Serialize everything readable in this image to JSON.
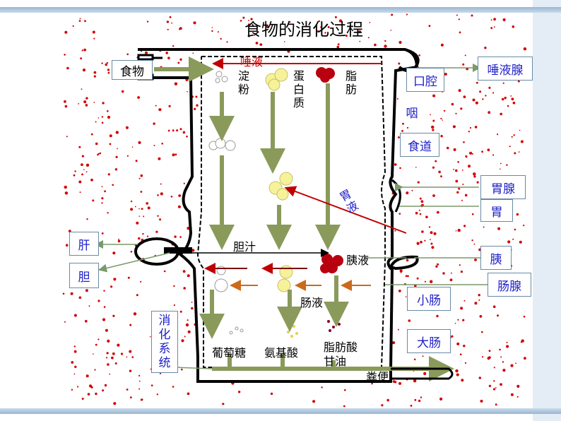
{
  "title": "食物的消化过程",
  "food_label": "食物",
  "inner": {
    "saliva": "唾液",
    "starch": "淀粉",
    "protein": "蛋白质",
    "fat": "脂肪",
    "gastric_juice": "胃液",
    "bile": "胆汁",
    "pancreatic_juice": "胰液",
    "intestinal_juice": "肠液",
    "glucose": "葡萄糖",
    "amino_acid": "氨基酸",
    "fatty_acid_line1": "脂肪酸",
    "fatty_acid_line2": "甘油",
    "feces": "粪便"
  },
  "organs_right": {
    "salivary_gland": "唾液腺",
    "mouth": "口腔",
    "pharynx": "咽",
    "esophagus": "食道",
    "gastric_gland": "胃腺",
    "stomach": "胃",
    "pancreas": "胰",
    "intestinal_gland": "肠腺",
    "small_intestine": "小肠",
    "large_intestine": "大肠"
  },
  "organs_left": {
    "liver": "肝",
    "gallbladder": "胆",
    "digestive_system": "消化系统"
  },
  "colors": {
    "arrow_green": "#8a9a5b",
    "arrow_red": "#c00000",
    "arrow_orange": "#cc6a1a",
    "box_text": "#1e1ec8",
    "speckle": "#d40000"
  }
}
